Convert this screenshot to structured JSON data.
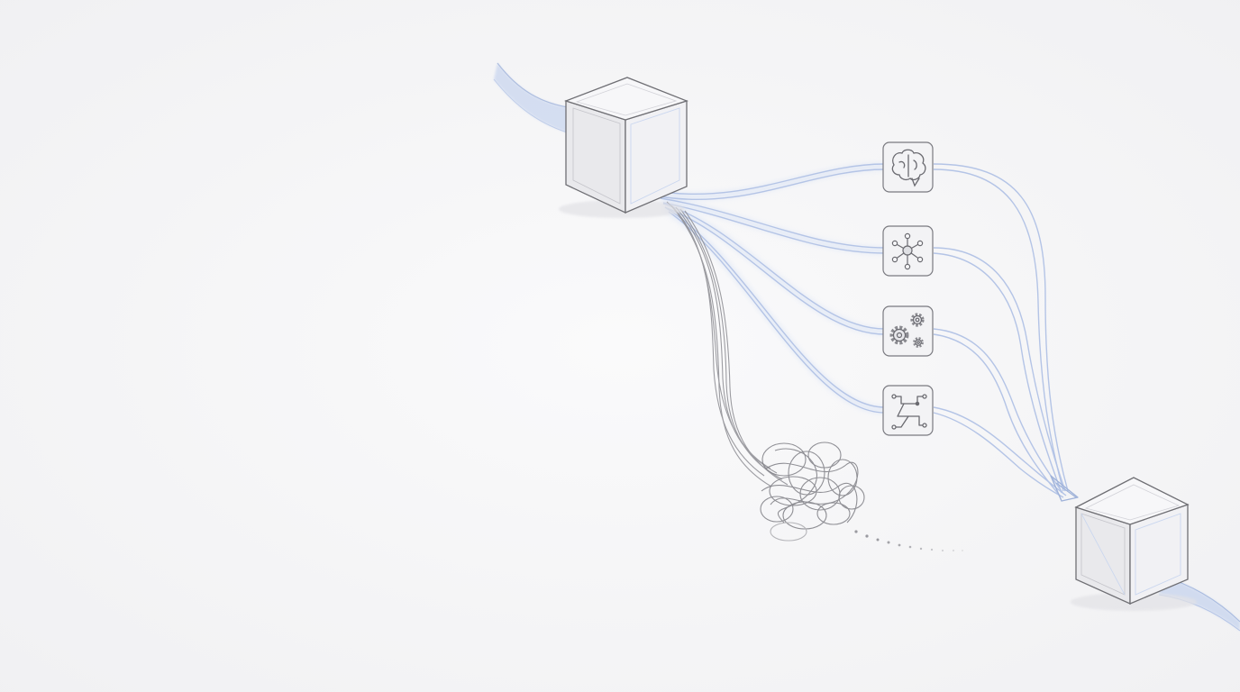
{
  "diagram": {
    "nodes": [
      {
        "id": "source-block",
        "kind": "cube"
      },
      {
        "id": "target-block",
        "kind": "cube"
      }
    ],
    "steps": [
      {
        "id": "brain",
        "icon": "brain-icon"
      },
      {
        "id": "network",
        "icon": "network-hub-icon"
      },
      {
        "id": "gears",
        "icon": "gears-icon"
      },
      {
        "id": "routing",
        "icon": "routing-path-icon"
      }
    ],
    "tangle": {
      "icon": "tangled-knot-icon"
    },
    "colors": {
      "background": "#f7f7f8",
      "flow_blue": "#c9d6ef",
      "flow_blue_light": "#dfe7f6",
      "line_blue": "#b4c4e6",
      "pencil": "#6f6f74",
      "pencil_light": "#a9a9ae",
      "cube_face": "#ececef",
      "cube_face_dark": "#e0e1e5"
    }
  }
}
